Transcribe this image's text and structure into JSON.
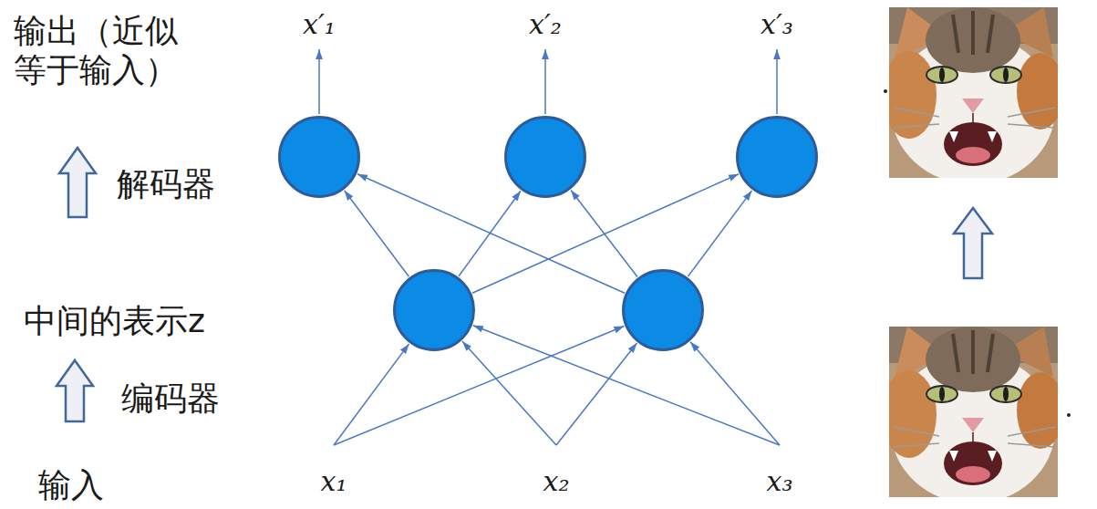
{
  "diagram": {
    "nodes": [
      {
        "text": [
          "x′₁"
        ]
      },
      {
        "text": [
          "x′₂"
        ]
      },
      {
        "text": [
          "x′₃"
        ]
      },
      {
        "text": []
      },
      {
        "text": []
      },
      {
        "text": [
          "x₁"
        ]
      },
      {
        "text": [
          "x₂"
        ]
      },
      {
        "text": [
          "x₃"
        ]
      }
    ],
    "edges": [
      {
        "from": 5,
        "to": 3,
        "arrow": "to"
      },
      {
        "from": 5,
        "to": 4,
        "arrow": "to"
      },
      {
        "from": 6,
        "to": 3,
        "arrow": "to"
      },
      {
        "from": 6,
        "to": 4,
        "arrow": "to"
      },
      {
        "from": 7,
        "to": 3,
        "arrow": "to"
      },
      {
        "from": 7,
        "to": 4,
        "arrow": "to"
      },
      {
        "from": 3,
        "to": 0,
        "arrow": "to"
      },
      {
        "from": 3,
        "to": 1,
        "arrow": "to"
      },
      {
        "from": 3,
        "to": 2,
        "arrow": "to"
      },
      {
        "from": 4,
        "to": 0,
        "arrow": "to"
      },
      {
        "from": 4,
        "to": 1,
        "arrow": "to"
      },
      {
        "from": 4,
        "to": 2,
        "arrow": "to"
      }
    ],
    "labels": [
      "输出（近似 等于输入）",
      "解码器",
      "中间的表示z",
      "编码器",
      "输入"
    ]
  }
}
